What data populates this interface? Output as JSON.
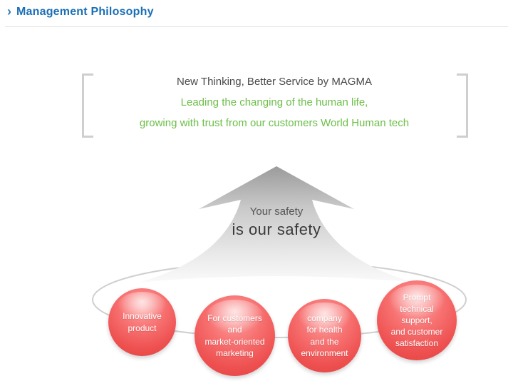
{
  "header": {
    "chevron": "›",
    "title": "Management Philosophy"
  },
  "quote": {
    "line1": "New Thinking, Better Service by MAGMA",
    "line2": "Leading the changing of the human life,",
    "line3": "growing with trust from our customers World Human tech"
  },
  "arrow": {
    "line1": "Your safety",
    "line2": "is our safety"
  },
  "circles": [
    {
      "label": "Innovative\nproduct"
    },
    {
      "label": "For customers\nand\nmarket-oriented\nmarketing"
    },
    {
      "label": "company\nfor health\nand the\nenvironment"
    },
    {
      "label": "Prompt\ntechnical\nsupport,\nand customer\nsatisfaction"
    }
  ],
  "colors": {
    "title_blue": "#1a6fb5",
    "accent_green": "#6cbf48",
    "circle_red": "#ee4f4f",
    "arrow_gray": "#9b9b9b"
  }
}
